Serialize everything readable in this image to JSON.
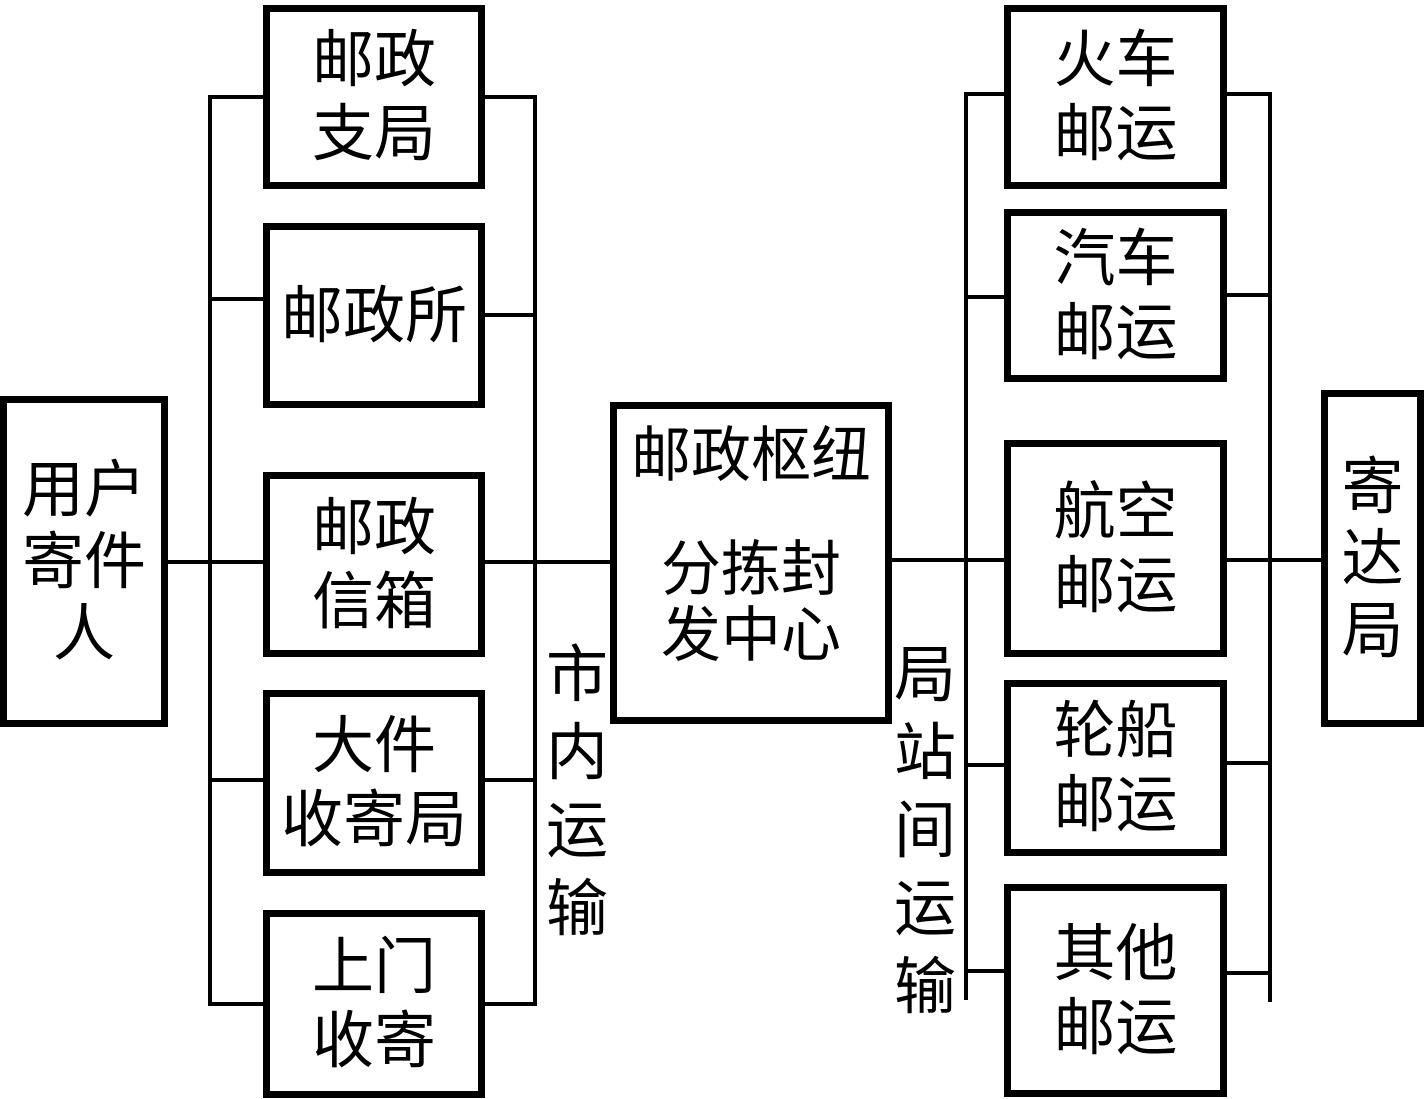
{
  "diagram": {
    "type": "flowchart",
    "sender": {
      "lines": [
        "用户",
        "寄件",
        "人"
      ]
    },
    "collection_points": [
      {
        "lines": [
          "邮政",
          "支局"
        ]
      },
      {
        "lines": [
          "邮政所"
        ]
      },
      {
        "lines": [
          "邮政",
          "信箱"
        ]
      },
      {
        "lines": [
          "大件",
          "收寄局"
        ]
      },
      {
        "lines": [
          "上门",
          "收寄"
        ]
      }
    ],
    "city_transport_label": [
      "市",
      "内",
      "运",
      "输"
    ],
    "hub": {
      "title": "邮政枢纽",
      "subtitle_lines": [
        "分拣封",
        "发中心"
      ]
    },
    "intercity_transport_label": [
      "局",
      "站",
      "间",
      "运",
      "输"
    ],
    "transport_modes": [
      {
        "lines": [
          "火车",
          "邮运"
        ]
      },
      {
        "lines": [
          "汽车",
          "邮运"
        ]
      },
      {
        "lines": [
          "航空",
          "邮运"
        ]
      },
      {
        "lines": [
          "轮船",
          "邮运"
        ]
      },
      {
        "lines": [
          "其他",
          "邮运"
        ]
      }
    ],
    "destination": {
      "lines": [
        "寄",
        "达",
        "局"
      ]
    }
  }
}
